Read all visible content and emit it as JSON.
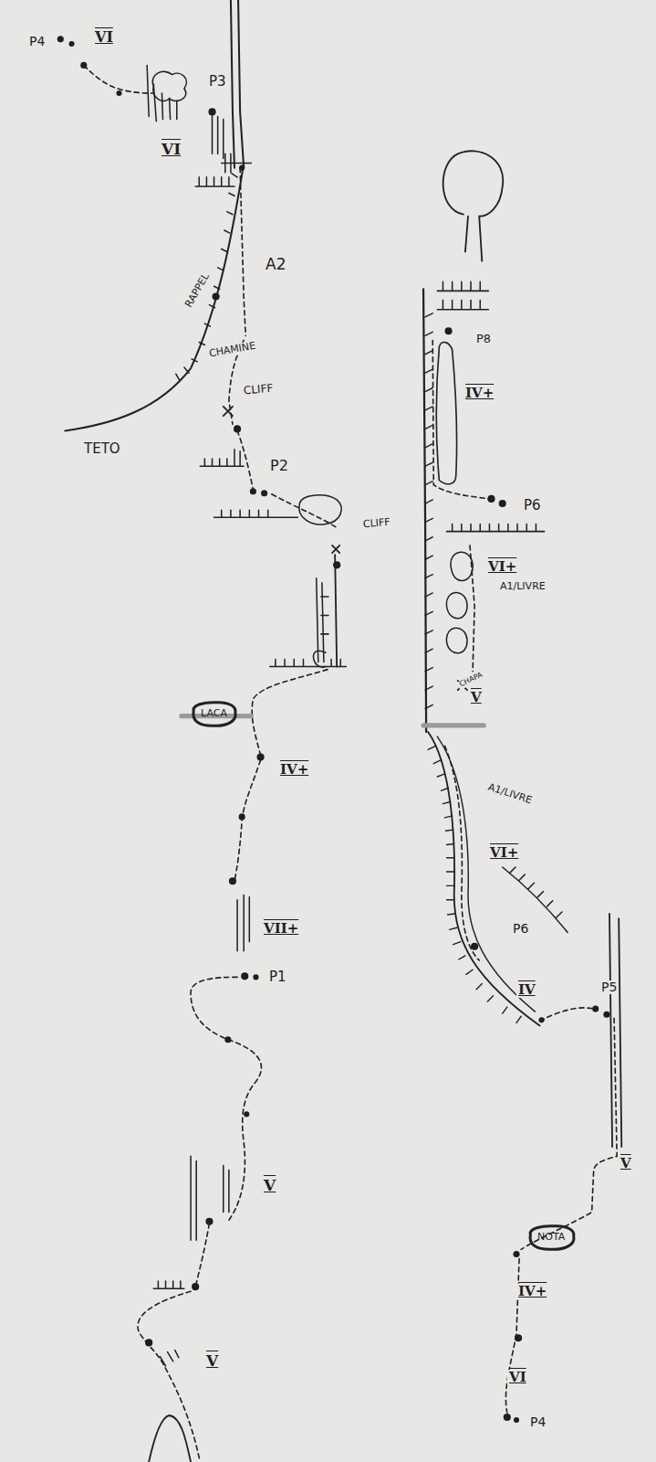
{
  "diagram": {
    "nodes": [
      {
        "text": [
          "LACA"
        ]
      },
      {
        "text": [
          "NOTA"
        ]
      }
    ],
    "labels": [
      "P4",
      "VI",
      "P3",
      "VI",
      "RAPPEL",
      "A2",
      "CHAMINE",
      "CLIFF",
      "TETO",
      "P2",
      "CLIFF",
      "IV+",
      "VII+",
      "P1",
      "V",
      "V",
      "P8",
      "IV+",
      "P6",
      "VI+",
      "A1/LIVRE",
      "CHAPA",
      "V",
      "A1/LIVRE",
      "VI+",
      "P6",
      "IV",
      "P5",
      "V",
      "IV+",
      "VI",
      "P4"
    ]
  }
}
